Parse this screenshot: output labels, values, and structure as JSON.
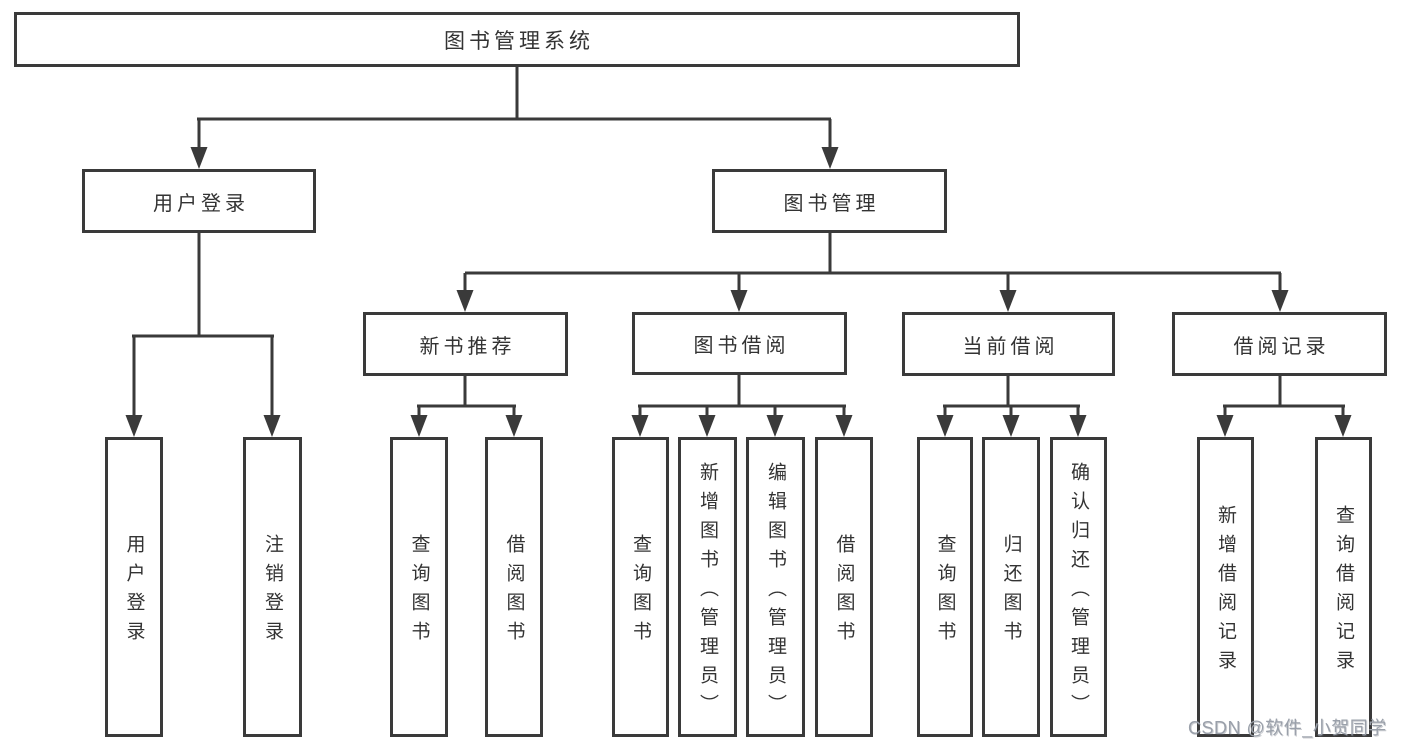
{
  "diagram_title": "图书管理系统",
  "tree": {
    "root": {
      "label": "图书管理系统"
    },
    "branches": [
      {
        "label": "用户登录",
        "children": [
          {
            "label": "用户登录"
          },
          {
            "label": "注销登录"
          }
        ]
      },
      {
        "label": "图书管理",
        "groups": [
          {
            "label": "新书推荐",
            "children": [
              {
                "label": "查询图书"
              },
              {
                "label": "借阅图书"
              }
            ]
          },
          {
            "label": "图书借阅",
            "children": [
              {
                "label": "查询图书"
              },
              {
                "label": "新增图书（管理员）"
              },
              {
                "label": "编辑图书（管理员）"
              },
              {
                "label": "借阅图书"
              }
            ]
          },
          {
            "label": "当前借阅",
            "children": [
              {
                "label": "查询图书"
              },
              {
                "label": "归还图书"
              },
              {
                "label": "确认归还（管理员）"
              }
            ]
          },
          {
            "label": "借阅记录",
            "children": [
              {
                "label": "新增借阅记录"
              },
              {
                "label": "查询借阅记录"
              }
            ]
          }
        ]
      }
    ]
  },
  "watermark": {
    "text": "CSDN @软件_小贺同学",
    "color": "#9aa0aa"
  },
  "colors": {
    "background": "#ffffff",
    "line": "#3a3a3a",
    "box_border": "#3a3a3a",
    "text": "#333333"
  }
}
